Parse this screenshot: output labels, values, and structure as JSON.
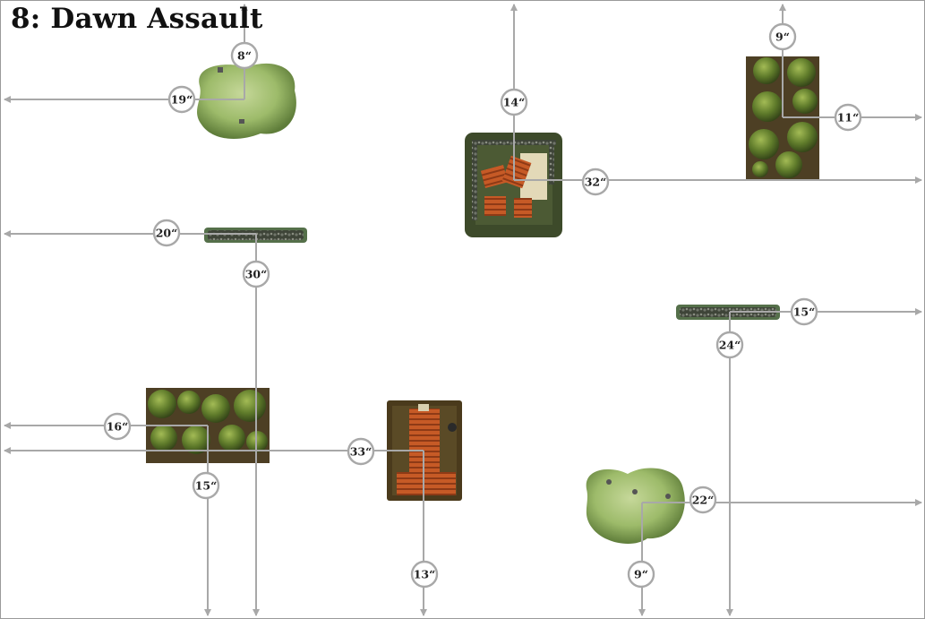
{
  "title": "8: Dawn Assault",
  "colors": {
    "arrow": "#a8a8a8",
    "hill": "#a9c27a",
    "forest": "#5a6e2c",
    "wall": "#3e4438",
    "building_roof": "#c75a28",
    "ruin_base": "#4a5a34"
  },
  "terrain": [
    {
      "id": "hill-north-west",
      "kind": "hill"
    },
    {
      "id": "wall-west",
      "kind": "wall"
    },
    {
      "id": "ruins-centre",
      "kind": "ruins"
    },
    {
      "id": "forest-north-east",
      "kind": "forest"
    },
    {
      "id": "wall-east",
      "kind": "wall"
    },
    {
      "id": "forest-south-west",
      "kind": "forest"
    },
    {
      "id": "building-south",
      "kind": "building"
    },
    {
      "id": "hill-south-east",
      "kind": "hill"
    }
  ],
  "measurements": [
    {
      "id": "m-8",
      "label": "8“"
    },
    {
      "id": "m-19",
      "label": "19“"
    },
    {
      "id": "m-20",
      "label": "20“"
    },
    {
      "id": "m-30",
      "label": "30“"
    },
    {
      "id": "m-14",
      "label": "14“"
    },
    {
      "id": "m-32",
      "label": "32“"
    },
    {
      "id": "m-9a",
      "label": "9“"
    },
    {
      "id": "m-11",
      "label": "11“"
    },
    {
      "id": "m-15a",
      "label": "15“"
    },
    {
      "id": "m-24",
      "label": "24“"
    },
    {
      "id": "m-16",
      "label": "16“"
    },
    {
      "id": "m-15b",
      "label": "15“"
    },
    {
      "id": "m-33",
      "label": "33“"
    },
    {
      "id": "m-13",
      "label": "13“"
    },
    {
      "id": "m-22",
      "label": "22“"
    },
    {
      "id": "m-9b",
      "label": "9“"
    }
  ]
}
